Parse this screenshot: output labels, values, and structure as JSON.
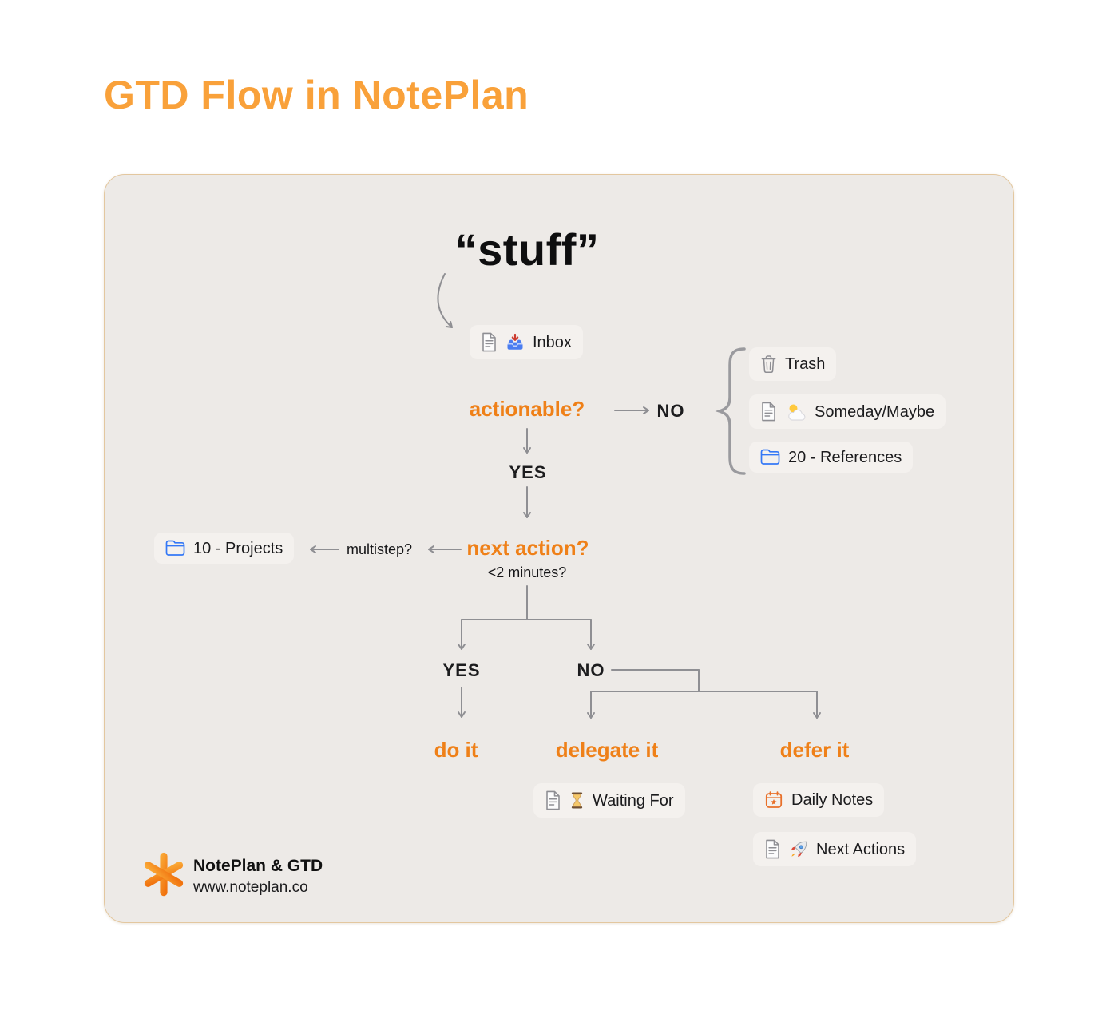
{
  "title": "GTD Flow in NotePlan",
  "flow": {
    "stuff_label": "“stuff”",
    "inbox_label": "Inbox",
    "actionable_label": "actionable?",
    "actionable_no": "NO",
    "actionable_yes": "YES",
    "not_actionable": {
      "trash": "Trash",
      "someday": "Someday/Maybe",
      "references": "20 - References"
    },
    "next_action_label": "next action?",
    "two_minutes_label": "<2 minutes?",
    "multistep_label": "multistep?",
    "projects_label": "10 - Projects",
    "two_min_yes": "YES",
    "two_min_no": "NO",
    "do_it": "do it",
    "delegate_it": "delegate it",
    "defer_it": "defer it",
    "waiting_for": "Waiting For",
    "daily_notes": "Daily Notes",
    "next_actions": "Next Actions"
  },
  "footer": {
    "brand": "NotePlan & GTD",
    "url": "www.noteplan.co"
  },
  "icons": {
    "document": "document-outline",
    "inbox": "blue-tray-red-down-arrow",
    "trash": "trash-can-outline",
    "someday": "sun-behind-cloud",
    "folder": "blue-folder-outline",
    "hourglass": "hourglass-with-sand",
    "daily_notes": "orange-calendar-with-star",
    "next_actions": "rocket",
    "logo": "orange-asterisk"
  },
  "colors": {
    "title_orange": "#F9A13A",
    "flow_orange": "#EF8018",
    "card_bg": "#EDEAE7",
    "chip_bg": "#F4F1EE",
    "line_gray": "#8F8F93",
    "text": "#1B1B1D",
    "folder_blue": "#3478F6",
    "calendar_orange": "#E8702A"
  }
}
